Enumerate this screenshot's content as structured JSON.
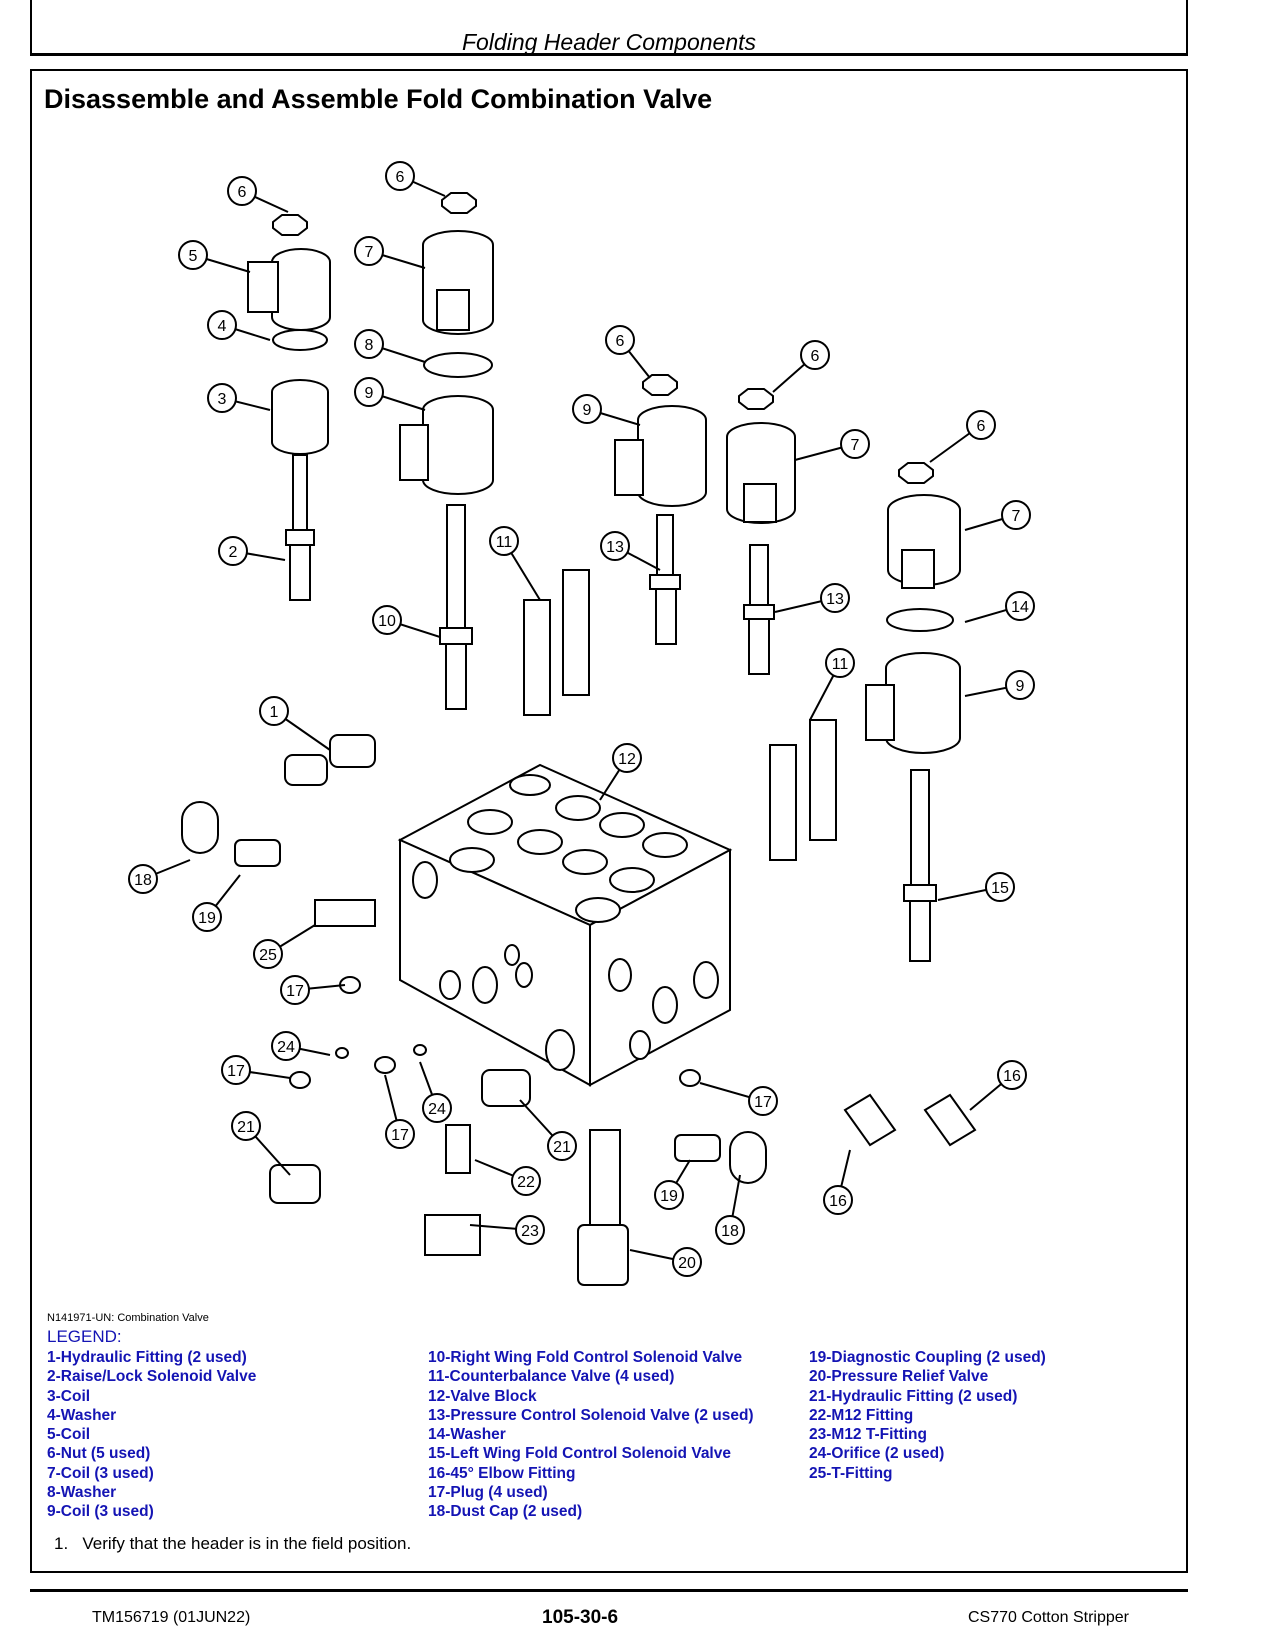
{
  "header": {
    "section": "Folding Header Components"
  },
  "title": "Disassemble and Assemble Fold Combination Valve",
  "figure": {
    "id": "N141971-UN: Combination Valve",
    "callouts": [
      "6",
      "6",
      "5",
      "7",
      "4",
      "8",
      "3",
      "9",
      "6",
      "6",
      "9",
      "7",
      "6",
      "7",
      "2",
      "11",
      "13",
      "13",
      "14",
      "10",
      "9",
      "11",
      "1",
      "12",
      "18",
      "19",
      "15",
      "25",
      "17",
      "24",
      "17",
      "24",
      "17",
      "17",
      "16",
      "21",
      "21",
      "22",
      "19",
      "18",
      "16",
      "23",
      "20"
    ]
  },
  "legend": {
    "heading": "LEGEND:",
    "col1": [
      "1-Hydraulic Fitting (2 used)",
      "2-Raise/Lock Solenoid Valve",
      "3-Coil",
      "4-Washer",
      "5-Coil",
      "6-Nut (5 used)",
      "7-Coil (3 used)",
      "8-Washer",
      "9-Coil (3 used)"
    ],
    "col2": [
      "10-Right Wing Fold Control Solenoid Valve",
      "11-Counterbalance Valve (4 used)",
      "12-Valve Block",
      "13-Pressure Control Solenoid Valve (2 used)",
      "14-Washer",
      "15-Left Wing Fold Control Solenoid Valve",
      "16-45° Elbow Fitting",
      "17-Plug (4 used)",
      "18-Dust Cap (2 used)"
    ],
    "col3": [
      "19-Diagnostic Coupling (2 used)",
      "20-Pressure Relief Valve",
      "21-Hydraulic Fitting (2 used)",
      "22-M12 Fitting",
      "23-M12 T-Fitting",
      "24-Orifice (2 used)",
      "25-T-Fitting"
    ]
  },
  "step": "1.   Verify that the header is in the field position.",
  "footer": {
    "doc": "TM156719 (01JUN22)",
    "page": "105-30-6",
    "product": "CS770 Cotton Stripper"
  },
  "colors": {
    "legend": "#1414b4"
  }
}
